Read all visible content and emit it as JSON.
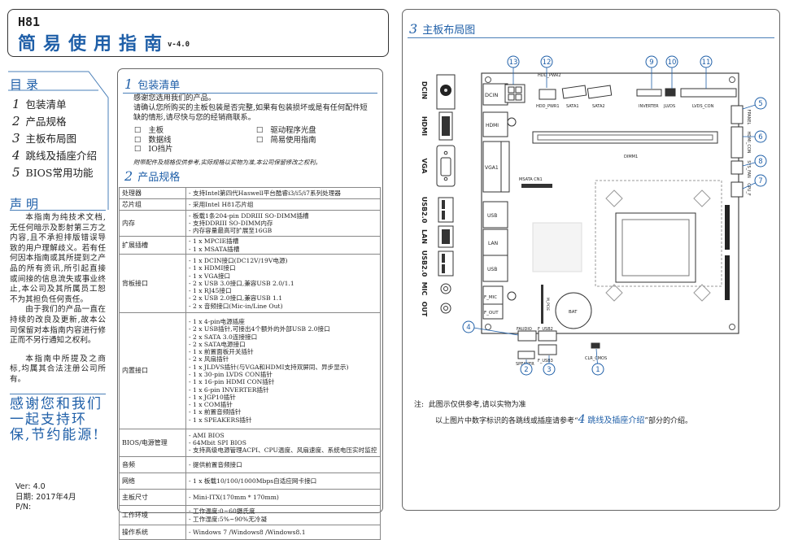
{
  "header": {
    "model": "H81",
    "title": "简易使用指南",
    "version": "v-4.0"
  },
  "toc": {
    "title": "目录",
    "items": [
      {
        "num": "1",
        "label": "包装清单"
      },
      {
        "num": "2",
        "label": "产品规格"
      },
      {
        "num": "3",
        "label": "主板布局图"
      },
      {
        "num": "4",
        "label": "跳线及插座介绍"
      },
      {
        "num": "5",
        "label": "BIOS常用功能"
      }
    ]
  },
  "statement": {
    "title": "声明",
    "paragraphs": [
      "本指南为纯技术文档,无任何暗示及影射第三方之内容,且不承担排版错误导致的用户理解歧义。若有任何因本指南或其所提到之产品的所有资讯,所引起直接或间接的信息流失或事业终止,本公司及其所属员工恕不为其担负任何责任。",
      "由于我们的产品一直在持续的改良及更新,故本公司保留对本指南内容进行修正而不另行通知之权利。",
      "本指南中所提及之商标,均属其合法注册公司所有。"
    ],
    "slogan": "感谢您和我们一起支持环保,节约能源!"
  },
  "footer": {
    "ver": "Ver: 4.0",
    "date": "日期: 2017年4月",
    "pn": "P/N:"
  },
  "packing": {
    "num": "1",
    "title": "包装清单",
    "intro1": "感谢您选用我们的产品。",
    "intro2": "请确认您所购买的主板包装是否完整,如果有包装损坏或是有任何配件短缺的情形,请尽快与您的经销商联系。",
    "items": [
      "主板",
      "驱动程序光盘",
      "数据线",
      "简易使用指南",
      "IO挡片"
    ],
    "checkbox": "☐",
    "note": "附带配件及规格仅供参考,实际规格以实物为准,本公司保留修改之权利。"
  },
  "specs": {
    "num": "2",
    "title": "产品规格",
    "rows": [
      {
        "k": "处理器",
        "v": [
          "- 支持Intel第四代Haswell平台酷睿i3/i5/i7系列处理器"
        ]
      },
      {
        "k": "芯片组",
        "v": [
          "- 采用Intel H81芯片组"
        ]
      },
      {
        "k": "内存",
        "v": [
          "- 板载1条204-pin DDRIII SO-DIMM插槽",
          "- 支持DDRIII SO-DIMM内存",
          "- 内存容量最高可扩展至16GB"
        ]
      },
      {
        "k": "扩展插槽",
        "v": [
          "- 1 x MPCIE插槽",
          "- 1 x MSATA插槽"
        ]
      },
      {
        "k": "背板接口",
        "v": [
          "- 1 x DCIN接口(DC12V/19V电源)",
          "- 1 x HDMI接口",
          "- 1 x VGA接口",
          "- 2 x USB 3.0接口,兼容USB 2.0/1.1",
          "- 1 x RJ45接口",
          "- 2 x USB 2.0接口,兼容USB 1.1",
          "- 2 x 音频接口(Mic-in/Line Out)"
        ]
      },
      {
        "k": "内置接口",
        "v": [
          "- 1 x 4-pin电源插座",
          "- 2 x USB插针,可接出4个额外的外部USB 2.0接口",
          "- 2 x SATA 3.0连接接口",
          "- 2 x SATA电源接口",
          "- 1 x 前置面板开关插针",
          "- 2 x 风扇插针",
          "- 1 x JLDVS插针(与VGA和HDMI支持双屏同、异步显示)",
          "- 1 x 30-pin LVDS CON插针",
          "- 1 x 16-pin HDMI CON插针",
          "- 1 x 6-pin INVERTER插针",
          "- 1 x JGP10插针",
          "- 1 x COM插针",
          "- 1 x 前置音频插针",
          "- 1 x SPEAKERS插针"
        ]
      },
      {
        "k": "BIOS/电源管理",
        "v": [
          "- AMI BIOS",
          "- 64Mbit SPI BIOS",
          "- 支持高级电源管理ACPI、CPU温度、风扇速度、系统电压实时监控"
        ]
      },
      {
        "k": "音频",
        "v": [
          "- 提供前置音频接口"
        ]
      },
      {
        "k": "网络",
        "v": [
          "- 1 x 板载10/100/1000Mbps自适应网卡接口"
        ]
      },
      {
        "k": "主板尺寸",
        "v": [
          "- Mini-ITX(170mm * 170mm)"
        ]
      },
      {
        "k": "工作环境",
        "v": [
          "- 工作温度:0~60摄氏度",
          "- 工作湿度:5%~90%无冷凝"
        ]
      },
      {
        "k": "操作系统",
        "v": [
          "- Windows 7 /Windows8 /Windows8.1"
        ]
      }
    ]
  },
  "layout": {
    "num": "3",
    "title": "主板布局图",
    "io_labels": [
      "DCIN",
      "HDMI",
      "VGA",
      "USB2.0",
      "LAN",
      "USB2.0",
      "MIC",
      "OUT"
    ],
    "board_labels": {
      "dcin": "DCIN",
      "hdmi": "HDMI",
      "vga": "VGA1",
      "usb1": "USB",
      "lan": "LAN",
      "usb2": "USB",
      "fmic": "F_MIC",
      "fout": "F_OUT",
      "hdd_pwr2": "HDD_PWR2",
      "hdd_pwr1": "HDD_PWR1",
      "sata1": "SATA1",
      "sata2": "SATA2",
      "inverter": "INVERTER",
      "jlvds": "JLVDS",
      "lvds": "LVDS_CON",
      "fpanel": "FPANEL",
      "hdmi_con": "HDMI_CON",
      "sys_fan": "SYS_FAN",
      "cpu_f": "CPU_F",
      "dimm": "DIMM1",
      "msata": "MSATA CN1",
      "mpcie": "M_PCIE",
      "bat": "BAT",
      "faudio": "FAUDIO",
      "fusb2": "F_USB2",
      "fusb3": "F_USB3",
      "speaker": "SPEAKER",
      "clr": "CLR_CMOS"
    },
    "callouts": [
      "13",
      "12",
      "9",
      "10",
      "11",
      "5",
      "6",
      "8",
      "7",
      "4",
      "2",
      "3",
      "1"
    ],
    "note_label": "注:",
    "note1": "此图示仅供参考,请以实物为准",
    "note2a": "以上图片中数字标识的各跳线或插座请参考“",
    "note2num": "4",
    "note2title": "跳线及插座介绍",
    "note2b": "”部分的介绍。"
  }
}
